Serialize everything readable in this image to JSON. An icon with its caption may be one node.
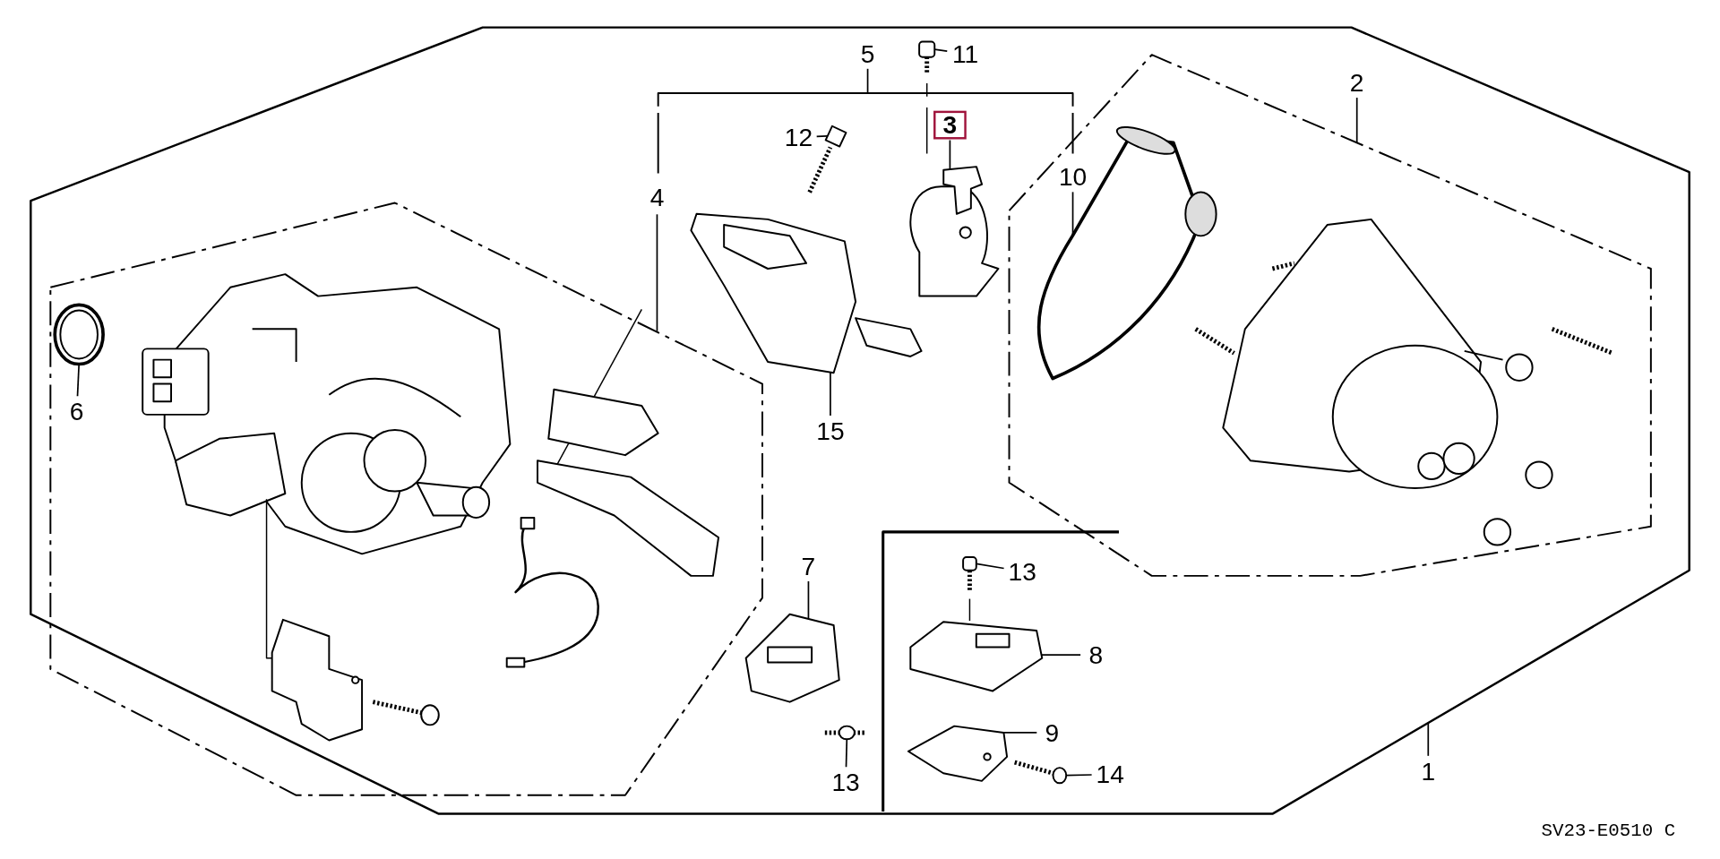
{
  "diagram": {
    "nodes": [
      {
        "text": [],
        "shape": "polygon"
      },
      {
        "text": [
          "5"
        ],
        "in": 0
      },
      {
        "text": [],
        "shape": "bracket",
        "in": 0
      },
      {
        "text": [
          "11"
        ],
        "in": 0
      },
      {
        "text": [],
        "shape": "picture",
        "in": 0
      },
      {
        "text": [
          "3"
        ],
        "in": 0
      },
      {
        "text": [],
        "shape": "picture",
        "in": 0
      },
      {
        "text": [
          "12"
        ],
        "in": 0
      },
      {
        "text": [],
        "shape": "picture",
        "in": 0
      },
      {
        "text": [
          "2"
        ],
        "in": 0
      },
      {
        "text": [],
        "shape": "polygon",
        "in": 0
      },
      {
        "text": [
          "4"
        ],
        "in": 0
      },
      {
        "text": [],
        "shape": "polygon",
        "in": 0
      },
      {
        "text": [
          "10"
        ],
        "in": 10
      },
      {
        "text": [],
        "shape": "picture",
        "in": 10
      },
      {
        "text": [
          "6"
        ],
        "in": 12
      },
      {
        "text": [],
        "shape": "picture",
        "in": 12
      },
      {
        "text": [
          "15"
        ],
        "in": 0
      },
      {
        "text": [],
        "shape": "picture",
        "in": 0
      },
      {
        "text": [
          "7"
        ],
        "in": 0
      },
      {
        "text": [],
        "shape": "picture",
        "in": 0
      },
      {
        "text": [
          "13"
        ],
        "in": 0
      },
      {
        "text": [],
        "shape": "picture",
        "in": 0
      },
      {
        "text": [
          "8"
        ],
        "in": 0
      },
      {
        "text": [],
        "shape": "picture",
        "in": 0
      },
      {
        "text": [
          "9"
        ],
        "in": 0
      },
      {
        "text": [],
        "shape": "picture",
        "in": 0
      },
      {
        "text": [
          "14"
        ],
        "in": 0
      },
      {
        "text": [],
        "shape": "picture",
        "in": 0
      },
      {
        "text": [
          "13"
        ],
        "in": 0
      },
      {
        "text": [],
        "shape": "picture",
        "in": 0
      },
      {
        "text": [
          "1"
        ],
        "in": 0
      }
    ],
    "edges": [
      {
        "from": 1,
        "to": 2,
        "arrow": "none"
      },
      {
        "from": 3,
        "to": 4,
        "arrow": "none"
      },
      {
        "from": 5,
        "to": 6,
        "arrow": "none"
      },
      {
        "from": 7,
        "to": 8,
        "arrow": "none"
      },
      {
        "from": 9,
        "to": 10,
        "arrow": "none"
      },
      {
        "from": 11,
        "to": 12,
        "arrow": "none"
      },
      {
        "from": 13,
        "to": 14,
        "arrow": "none"
      },
      {
        "from": 15,
        "to": 16,
        "arrow": "none"
      },
      {
        "from": 17,
        "to": 18,
        "arrow": "none"
      },
      {
        "from": 19,
        "to": 20,
        "arrow": "none"
      },
      {
        "from": 21,
        "to": 22,
        "arrow": "none"
      },
      {
        "from": 23,
        "to": 24,
        "arrow": "none"
      },
      {
        "from": 25,
        "to": 26,
        "arrow": "none"
      },
      {
        "from": 27,
        "to": 28,
        "arrow": "none"
      },
      {
        "from": 29,
        "to": 30,
        "arrow": "none"
      },
      {
        "from": 31,
        "to": 0,
        "arrow": "none"
      }
    ],
    "labels": [
      "SV23-E0510 C"
    ]
  }
}
